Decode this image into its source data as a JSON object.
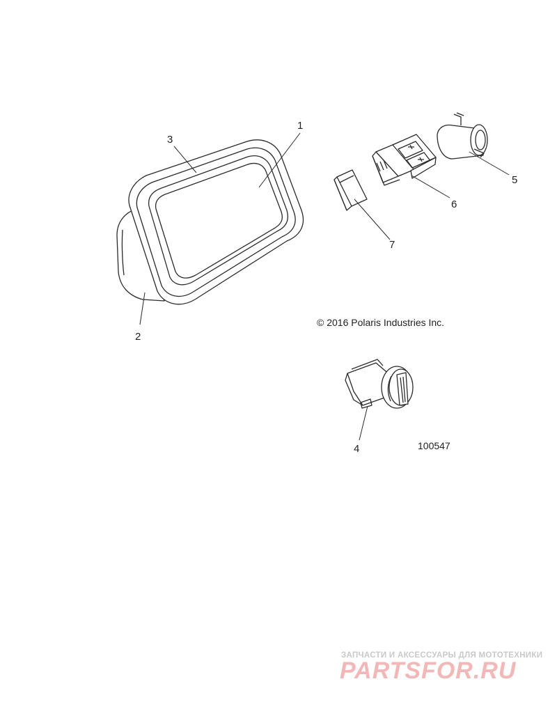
{
  "callouts": {
    "c1": "1",
    "c2": "2",
    "c3": "3",
    "c4": "4",
    "c5": "5",
    "c6": "6",
    "c7": "7"
  },
  "copyright": "© 2016 Polaris Industries Inc.",
  "part_number": "100547",
  "watermark": {
    "tagline": "ЗАПЧАСТИ И АКСЕССУАРЫ ДЛЯ МОТОТЕХНИКИ",
    "logo": "PARTSFOR.RU"
  },
  "colors": {
    "line": "#2a2a2a",
    "watermark_red": "#f2b8b8",
    "watermark_gray": "#c9c9c9"
  }
}
